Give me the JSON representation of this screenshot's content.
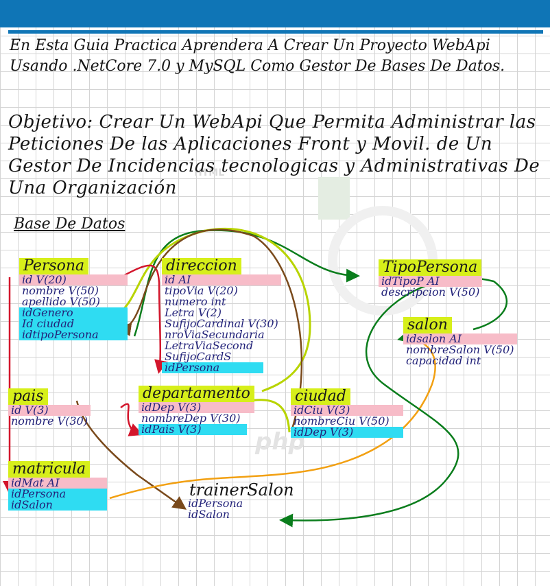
{
  "intro_text": "En Esta Guia Practica Aprendera A Crear Un Proyecto WebApi Usando .NetCore 7.0 y MySQL Como Gestor De Bases De Datos.",
  "objective_text": "Objetivo: Crear Un WebApi Que Permita Administrar las Peticiones De las Aplicaciones Front y Movil. de Un Gestor De Incidencias tecnologicas y Administrativas De Una Organización",
  "db_title": "Base De Datos",
  "colors": {
    "header": "#0f75b6",
    "entity_name": "#d7ef1a",
    "primary_key": "#f7bcc8",
    "foreign_key": "#2fdcf2",
    "ink": "#23237a"
  },
  "entities": [
    {
      "name": "Persona",
      "fields": [
        {
          "text": "id V(20)",
          "highlight": "pk"
        },
        {
          "text": "nombre V(50)",
          "highlight": "none"
        },
        {
          "text": "apellido V(50)",
          "highlight": "none"
        },
        {
          "text": "idGenero",
          "highlight": "fk"
        },
        {
          "text": "Id ciudad",
          "highlight": "fk"
        },
        {
          "text": "idtipoPersona",
          "highlight": "fk"
        }
      ]
    },
    {
      "name": "direccion",
      "fields": [
        {
          "text": "id AI",
          "highlight": "pk"
        },
        {
          "text": "tipoVia V(20)",
          "highlight": "none"
        },
        {
          "text": "numero int",
          "highlight": "none"
        },
        {
          "text": "Letra V(2)",
          "highlight": "none"
        },
        {
          "text": "SufijoCardinal V(30)",
          "highlight": "none"
        },
        {
          "text": "nroViaSecundaria",
          "highlight": "none"
        },
        {
          "text": "LetraViaSecond",
          "highlight": "none"
        },
        {
          "text": "SufijoCardS",
          "highlight": "none"
        },
        {
          "text": "idPersona",
          "highlight": "fk"
        }
      ]
    },
    {
      "name": "TipoPersona",
      "fields": [
        {
          "text": "idTipoP AI",
          "highlight": "pk"
        },
        {
          "text": "descripcion V(50)",
          "highlight": "none"
        }
      ]
    },
    {
      "name": "salon",
      "fields": [
        {
          "text": "idsalon AI",
          "highlight": "pk"
        },
        {
          "text": "nombreSalon V(50)",
          "highlight": "none"
        },
        {
          "text": "capacidad int",
          "highlight": "none"
        }
      ]
    },
    {
      "name": "pais",
      "fields": [
        {
          "text": "id V(3)",
          "highlight": "pk"
        },
        {
          "text": "nombre V(30)",
          "highlight": "none"
        }
      ]
    },
    {
      "name": "departamento",
      "fields": [
        {
          "text": "idDep V(3)",
          "highlight": "pk"
        },
        {
          "text": "nombreDep V(30)",
          "highlight": "none"
        },
        {
          "text": "idPais V(3)",
          "highlight": "fk"
        }
      ]
    },
    {
      "name": "ciudad",
      "fields": [
        {
          "text": "idCiu V(3)",
          "highlight": "pk"
        },
        {
          "text": "nombreCiu V(50)",
          "highlight": "none"
        },
        {
          "text": "idDep V(3)",
          "highlight": "fk"
        }
      ]
    },
    {
      "name": "matricula",
      "fields": [
        {
          "text": "idMat AI",
          "highlight": "pk"
        },
        {
          "text": "idPersona",
          "highlight": "fk"
        },
        {
          "text": "idSalon",
          "highlight": "fk"
        }
      ]
    },
    {
      "name": "trainerSalon",
      "fields": [
        {
          "text": "idPersona",
          "highlight": "none"
        },
        {
          "text": "idSalon",
          "highlight": "none"
        }
      ]
    }
  ]
}
